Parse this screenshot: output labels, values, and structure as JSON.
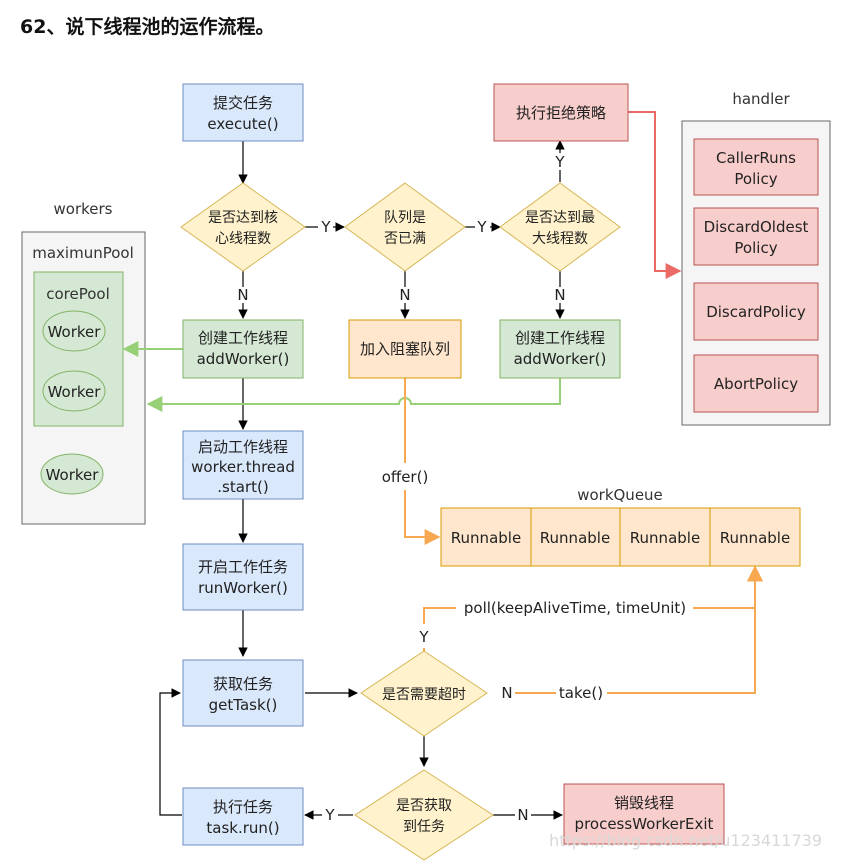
{
  "title": "62、说下线程池的运作流程。",
  "labels": {
    "workers": "workers",
    "handler": "handler",
    "maximun_pool": "maximunPool",
    "core_pool": "corePool",
    "work_queue": "workQueue",
    "watermark": "https://blog.csdn.net/u123411739"
  },
  "workers": [
    "Worker",
    "Worker",
    "Worker"
  ],
  "nodes": {
    "submit": [
      "提交任务",
      "execute()"
    ],
    "is_core_full": [
      "是否达到核",
      "心线程数"
    ],
    "is_queue_full": [
      "队列是",
      "否已满"
    ],
    "is_max_reached": [
      "是否达到最",
      "大线程数"
    ],
    "reject": [
      "执行拒绝策略"
    ],
    "create_worker_1": [
      "创建工作线程",
      "addWorker()"
    ],
    "enqueue": [
      "加入阻塞队列"
    ],
    "create_worker_2": [
      "创建工作线程",
      "addWorker()"
    ],
    "start_thread": [
      "启动工作线程",
      "worker.thread",
      ".start()"
    ],
    "run_worker": [
      "开启工作任务",
      "runWorker()"
    ],
    "get_task": [
      "获取任务",
      "getTask()"
    ],
    "need_timeout": [
      "是否需要超时"
    ],
    "got_task": [
      "是否获取",
      "到任务"
    ],
    "run_task": [
      "执行任务",
      "task.run()"
    ],
    "destroy": [
      "销毁线程",
      "processWorkerExit"
    ]
  },
  "policies": [
    [
      "CallerRuns",
      "Policy"
    ],
    [
      "DiscardOldest",
      "Policy"
    ],
    [
      "DiscardPolicy"
    ],
    [
      "AbortPolicy"
    ]
  ],
  "queue_items": [
    "Runnable",
    "Runnable",
    "Runnable",
    "Runnable"
  ],
  "edge_labels": {
    "y": "Y",
    "n": "N",
    "offer": "offer()",
    "poll": "poll(keepAliveTime, timeUnit)",
    "take": "take()"
  },
  "colors": {
    "blue_fill": "#dae8fc",
    "blue_stroke": "#6c8ebf",
    "green_fill": "#d5e8d4",
    "green_stroke": "#82b366",
    "yellow_fill": "#fff2cc",
    "yellow_stroke": "#d6b656",
    "red_fill": "#f8cecc",
    "red_stroke": "#b85450",
    "orange_fill": "#ffe6cc",
    "orange_stroke": "#d79b00",
    "gray_fill": "#f5f5f5",
    "gray_stroke": "#666666",
    "orange_edge": "#f8a850",
    "green_edge": "#97d077",
    "red_edge": "#ea6b66"
  }
}
